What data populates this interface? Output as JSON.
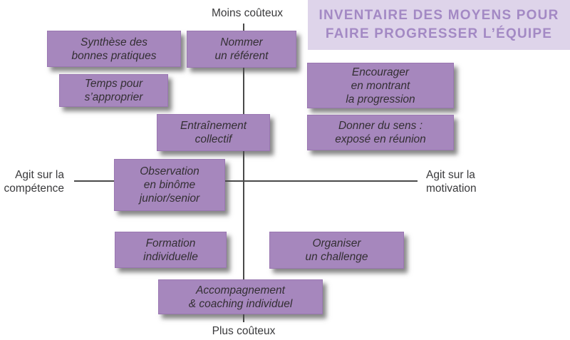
{
  "title": {
    "text": "INVENTAIRE DES MOYENS POUR\nFAIRE PROGRESSER L’ÉQUIPE"
  },
  "axes": {
    "top_label": "Moins coûteux",
    "bottom_label": "Plus coûteux",
    "left_label": "Agit sur la\ncompétence",
    "right_label": "Agit sur la\nmotivation"
  },
  "boxes": [
    {
      "label": "Synthèse des\nbonnes pratiques"
    },
    {
      "label": "Nommer\nun référent"
    },
    {
      "label": "Temps pour\ns’approprier"
    },
    {
      "label": "Encourager\nen montrant\nla progression"
    },
    {
      "label": "Entraînement\ncollectif"
    },
    {
      "label": "Donner du sens :\nexposé en réunion"
    },
    {
      "label": "Observation\nen binôme\njunior/senior"
    },
    {
      "label": "Formation\nindividuelle"
    },
    {
      "label": "Organiser\nun challenge"
    },
    {
      "label": "Accompagnement\n& coaching individuel"
    }
  ],
  "colors": {
    "box_fill": "#a687bd",
    "box_border": "#9a77b2",
    "box_text": "#332f33",
    "title_background": "#ded4ea",
    "title_text": "#a389c4",
    "axis_line": "#4a4a4a",
    "axis_text": "#3a3a3c"
  }
}
